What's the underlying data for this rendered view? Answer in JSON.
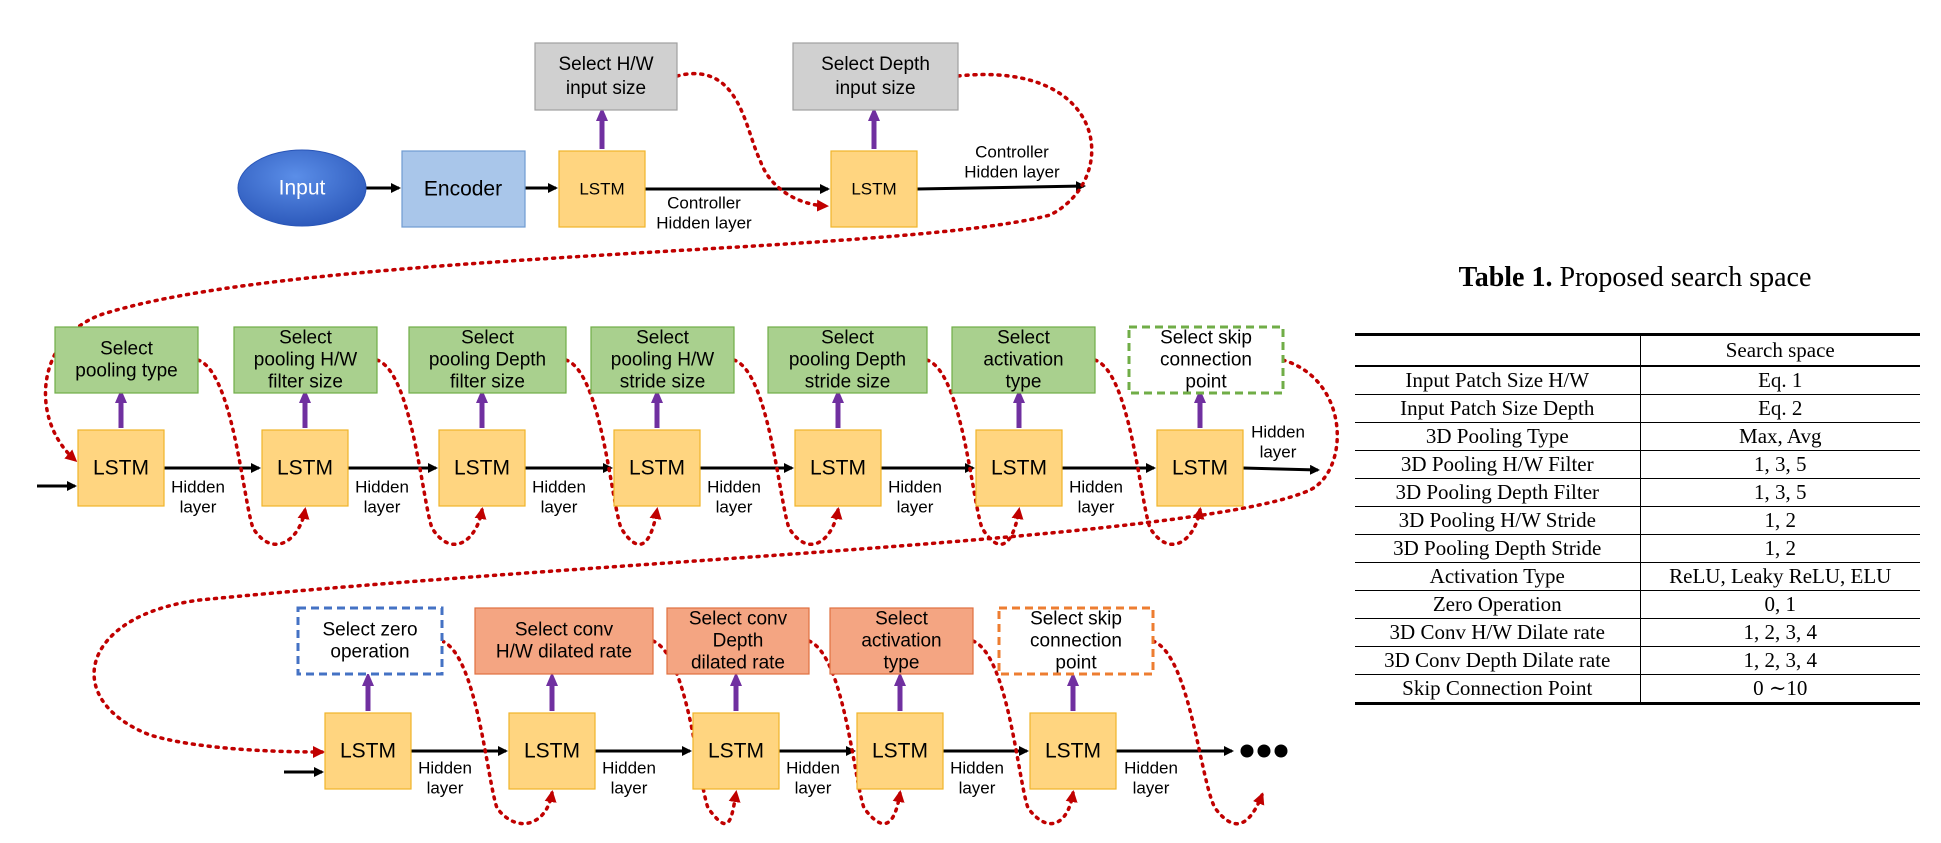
{
  "diagram": {
    "row1": {
      "input": "Input",
      "encoder": "Encoder",
      "lstm": "LSTM",
      "select_hw_input": [
        "Select H/W",
        "input size"
      ],
      "select_depth_input": [
        "Select Depth",
        "input size"
      ],
      "hidden_label": [
        "Controller",
        "Hidden layer"
      ]
    },
    "row2": {
      "lstm": "LSTM",
      "hidden": [
        "Hidden",
        "layer"
      ],
      "selects": [
        [
          "Select",
          "pooling type"
        ],
        [
          "Select",
          "pooling H/W",
          "filter size"
        ],
        [
          "Select",
          "pooling Depth",
          "filter size"
        ],
        [
          "Select",
          "pooling H/W",
          "stride size"
        ],
        [
          "Select",
          "pooling Depth",
          "stride size"
        ],
        [
          "Select",
          "activation",
          "type"
        ],
        [
          "Select skip",
          "connection",
          "point"
        ]
      ]
    },
    "row3": {
      "lstm": "LSTM",
      "hidden": [
        "Hidden",
        "layer"
      ],
      "selects": [
        [
          "Select zero",
          "operation"
        ],
        [
          "Select conv",
          "H/W dilated rate"
        ],
        [
          "Select conv",
          "Depth",
          "dilated rate"
        ],
        [
          "Select",
          "activation",
          "type"
        ],
        [
          "Select skip",
          "connection",
          "point"
        ]
      ]
    },
    "colors": {
      "input": "#3f6fd1",
      "encoder": "#a9c6ea",
      "lstm": "#ffd580",
      "gray": "#d0d0d0",
      "green": "#a9d08e",
      "salmon": "#f4a582",
      "arrow_purple": "#7030a0",
      "dotted_red": "#c00000",
      "dash_green": "#70ad47",
      "dash_blue": "#4472c4",
      "dash_orange": "#ed7d31"
    }
  },
  "table": {
    "title_bold": "Table 1.",
    "title_rest": "Proposed search space",
    "header": [
      "",
      "Search space"
    ],
    "rows": [
      [
        "Input Patch Size H/W",
        "Eq. 1"
      ],
      [
        "Input Patch Size Depth",
        "Eq. 2"
      ],
      [
        "3D Pooling Type",
        "Max, Avg"
      ],
      [
        "3D Pooling H/W Filter",
        "1, 3, 5"
      ],
      [
        "3D Pooling Depth Filter",
        "1, 3, 5"
      ],
      [
        "3D Pooling H/W Stride",
        "1, 2"
      ],
      [
        "3D Pooling Depth Stride",
        "1, 2"
      ],
      [
        "Activation Type",
        "ReLU, Leaky ReLU, ELU"
      ],
      [
        "Zero Operation",
        "0, 1"
      ],
      [
        "3D Conv H/W Dilate rate",
        "1, 2, 3, 4"
      ],
      [
        "3D Conv Depth Dilate rate",
        "1, 2, 3, 4"
      ],
      [
        "Skip Connection Point",
        "0 ∼10"
      ]
    ]
  }
}
